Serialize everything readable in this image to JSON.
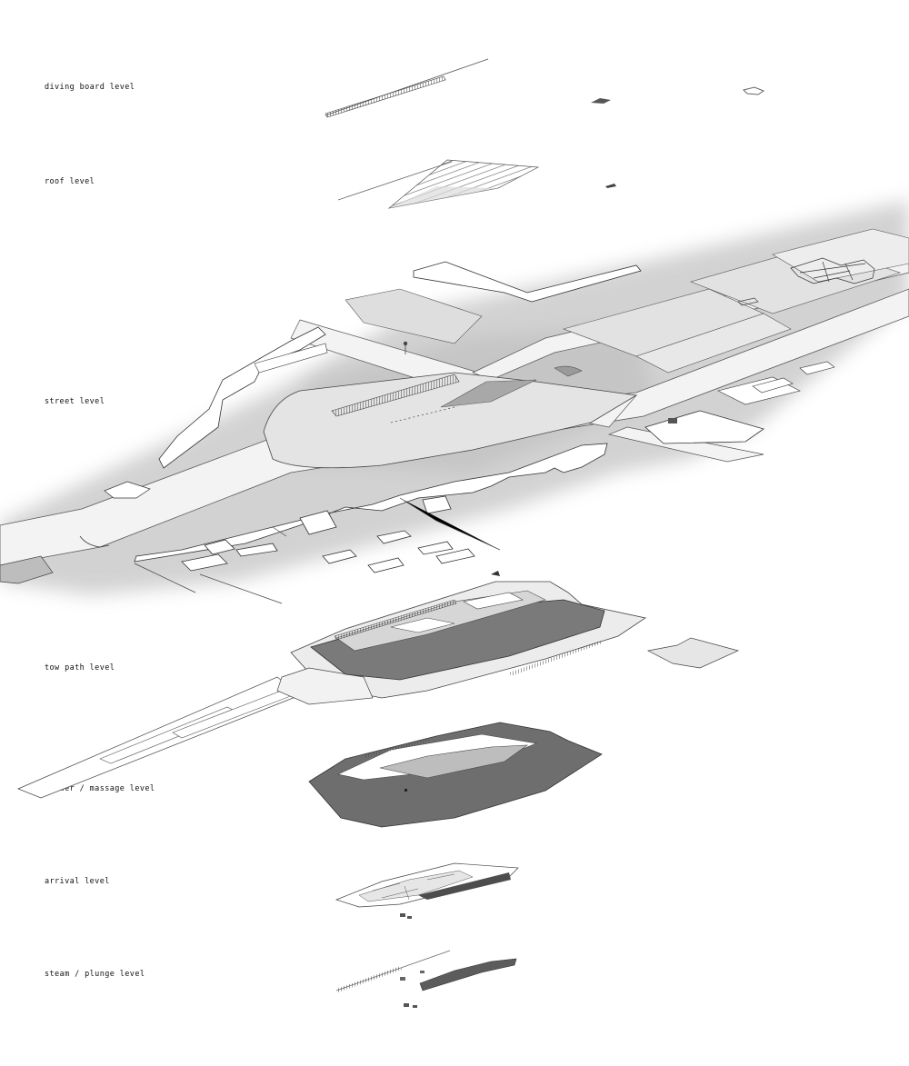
{
  "levels": [
    {
      "id": "diving-board",
      "label": "diving board level"
    },
    {
      "id": "roof",
      "label": "roof level"
    },
    {
      "id": "street",
      "label": "street level"
    },
    {
      "id": "tow-path",
      "label": "tow path level"
    },
    {
      "id": "shower-massage",
      "label": "shower / massage level"
    },
    {
      "id": "arrival",
      "label": "arrival level"
    },
    {
      "id": "steam-plunge",
      "label": "steam / plunge level"
    }
  ],
  "colors": {
    "line": "#333333",
    "street_haze": "#cfcfcf",
    "road": "#f4f4f4",
    "pool_dark": "#6e6e6e",
    "pool_mid": "#8a8a8a",
    "deck": "#ececec"
  }
}
